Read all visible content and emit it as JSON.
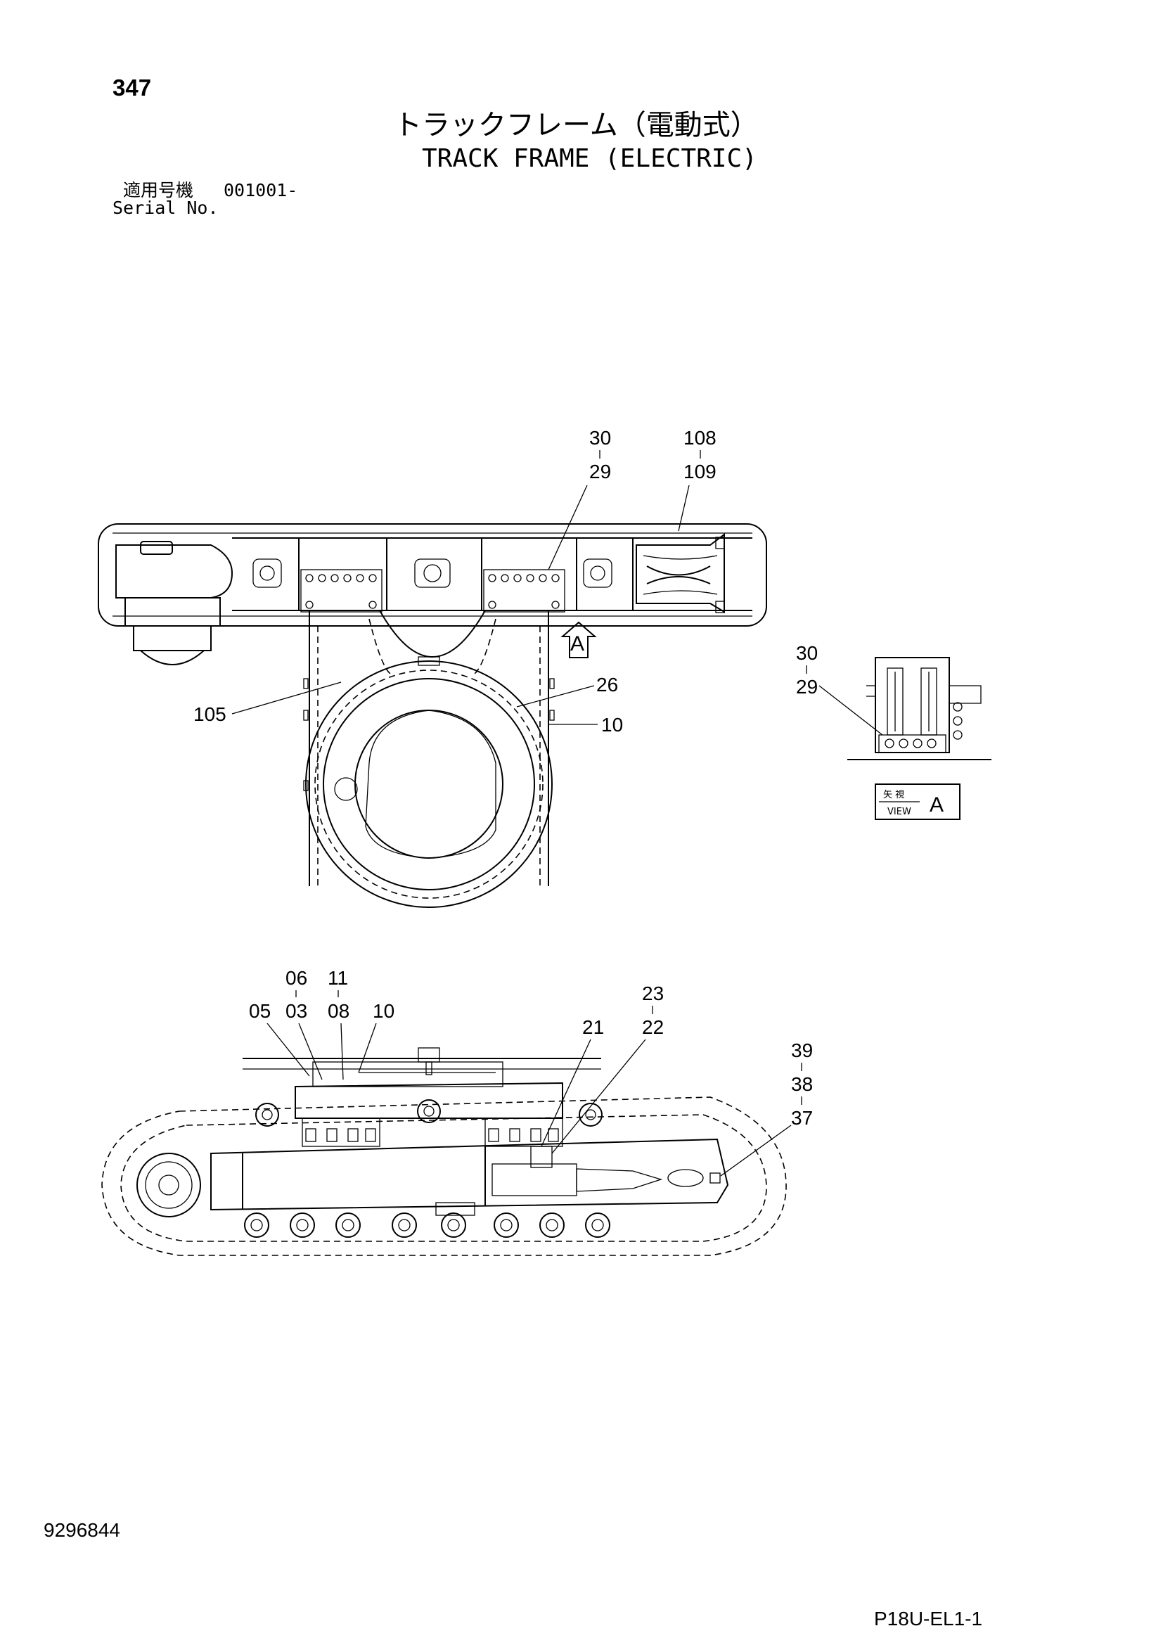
{
  "page": {
    "number": "347",
    "title_jp": "トラックフレーム（電動式）",
    "title_en": "TRACK FRAME (ELECTRIC)",
    "serial_label_jp": "適用号機",
    "serial_range": "001001-",
    "serial_label_en": "Serial No.",
    "doc_number": "9296844",
    "sheet_code": "P18U-EL1-1"
  },
  "top_view": {
    "callouts": [
      "30",
      "29",
      "108",
      "109",
      "26",
      "10",
      "105"
    ],
    "view_marker": "A"
  },
  "view_a": {
    "callouts": [
      "30",
      "29"
    ],
    "label_jp": "矢 視",
    "label_en": "VIEW",
    "label_letter": "A"
  },
  "side_view": {
    "callouts": [
      "06",
      "11",
      "05",
      "03",
      "08",
      "10",
      "23",
      "21",
      "22",
      "39",
      "38",
      "37"
    ]
  }
}
